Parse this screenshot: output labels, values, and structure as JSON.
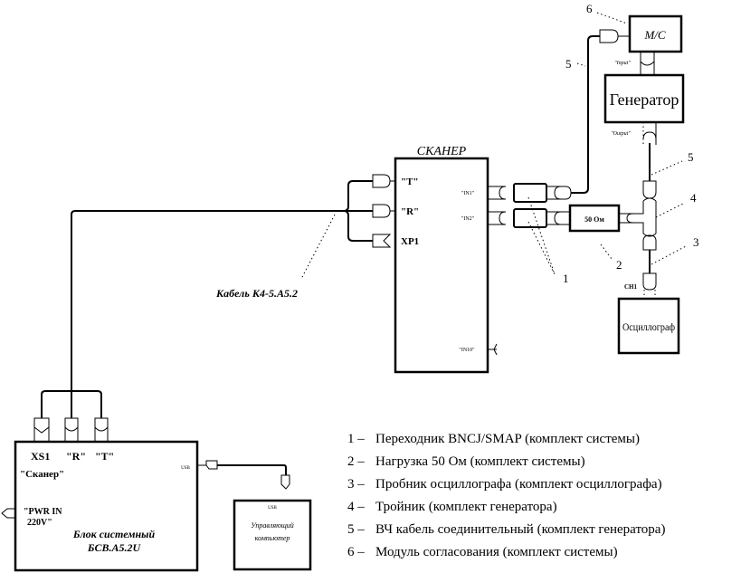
{
  "scanner": {
    "title": "СКАНЕР",
    "ports": {
      "t": "\"T\"",
      "r": "\"R\"",
      "xp1": "XP1",
      "in1": "\"IN1\"",
      "in2": "\"IN2\"",
      "in10": "\"IN10\""
    }
  },
  "ms_module": {
    "label": "М/С",
    "port_input": "\"Input\""
  },
  "generator": {
    "label": "Генератор",
    "port_output": "\"Output\""
  },
  "load": {
    "label": "50 Ом"
  },
  "oscilloscope": {
    "label": "Осциллограф",
    "port": "CH1"
  },
  "system_block": {
    "label_line1": "Блок системный",
    "label_line2": "БСВ.А5.2U",
    "ports": {
      "xs1": "XS1",
      "r": "\"R\"",
      "t": "\"T\"",
      "scanner": "\"Сканер\"",
      "pwr_line1": "\"PWR IN",
      "pwr_line2": "220V\"",
      "usb": "USB"
    }
  },
  "control_pc": {
    "label_line1": "Управляющий",
    "label_line2": "компьютер",
    "port": "USB"
  },
  "cable_label": "Кабель К4-5.А5.2",
  "callouts": [
    "1",
    "2",
    "3",
    "4",
    "5",
    "5",
    "6"
  ],
  "legend": [
    {
      "num": "1 –",
      "text": "Переходник BNCJ/SMAP (комплект системы)"
    },
    {
      "num": "2 –",
      "text": "Нагрузка 50 Ом (комплект системы)"
    },
    {
      "num": "3 –",
      "text": "Пробник осциллографа (комплект осциллографа)"
    },
    {
      "num": "4 –",
      "text": "Тройник (комплект генератора)"
    },
    {
      "num": "5 –",
      "text": "ВЧ кабель соединительный (комплект генератора)"
    },
    {
      "num": "6 –",
      "text": "Модуль согласования (комплект системы)"
    }
  ]
}
